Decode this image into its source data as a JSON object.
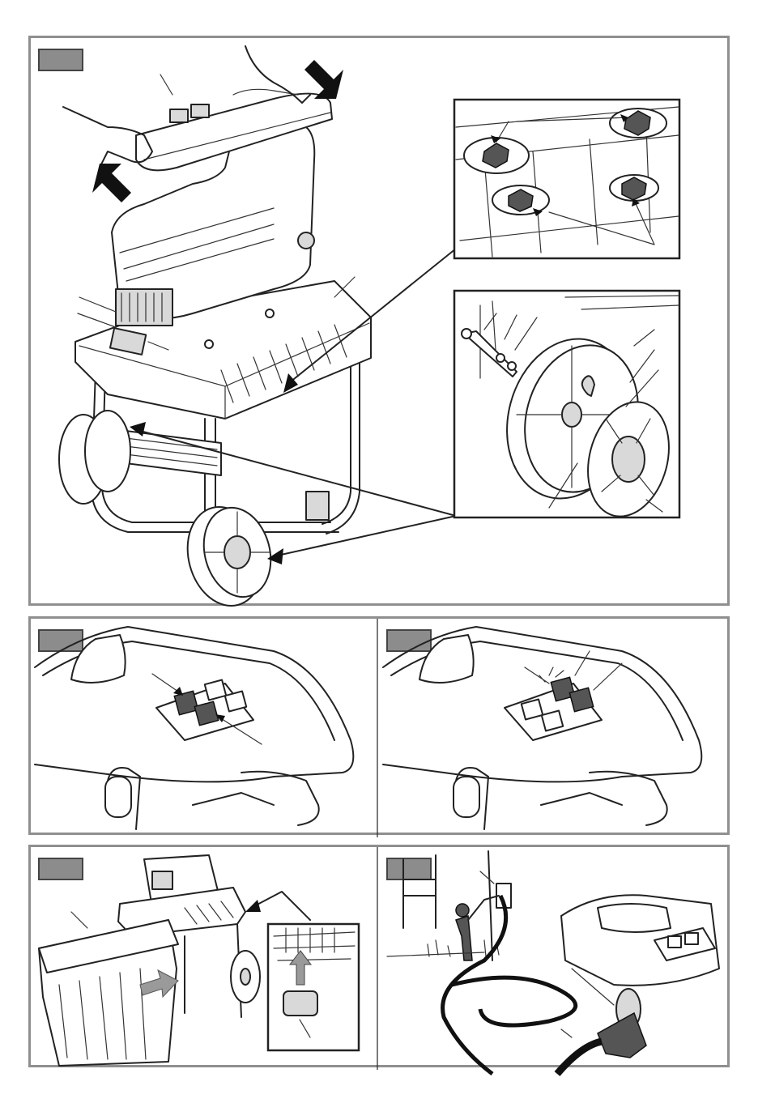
{
  "figure": {
    "panels": [
      {
        "id": "assembly",
        "tab_color": "#8c8c8c"
      },
      {
        "id": "switch-off",
        "tab_color": "#8c8c8c"
      },
      {
        "id": "switch-on",
        "tab_color": "#8c8c8c"
      },
      {
        "id": "collection-box",
        "tab_color": "#8c8c8c"
      },
      {
        "id": "power-connection",
        "tab_color": "#8c8c8c"
      }
    ],
    "frame_color": "#8f8f8f",
    "arrow_color": "#111111",
    "highlight_arrow_color": "#9a9a9a"
  }
}
